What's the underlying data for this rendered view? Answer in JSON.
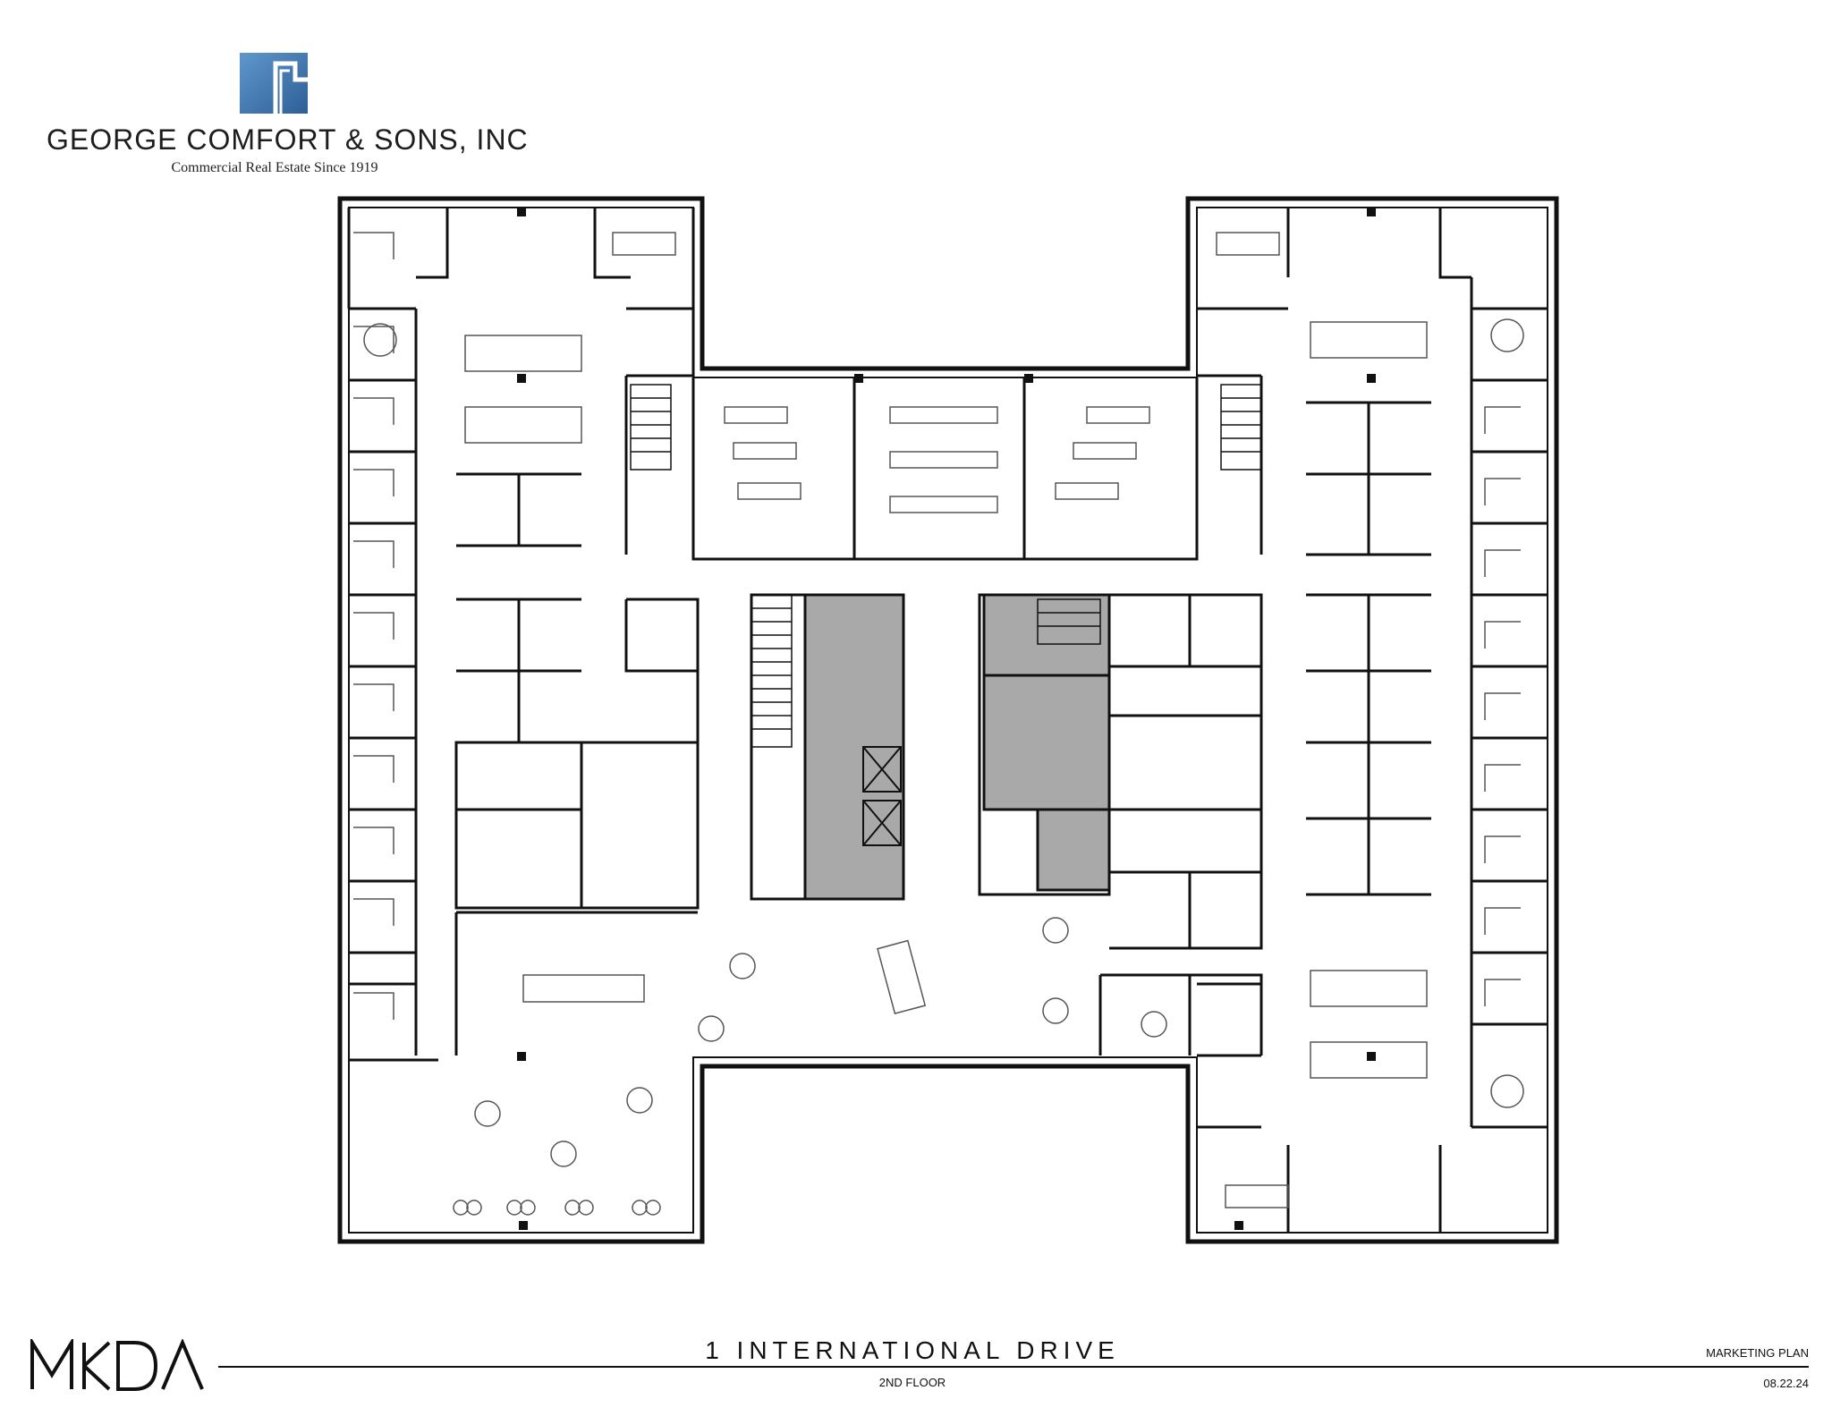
{
  "header": {
    "company_name": "GEORGE COMFORT & SONS, INC",
    "tagline": "Commercial Real Estate Since 1919",
    "logo_icon": "building-corner-icon",
    "logo_color": "#3f78b3"
  },
  "plan": {
    "wall_color": "#111111",
    "core_fill": "#a9a9a9",
    "furniture_color": "#555555"
  },
  "footer": {
    "firm_logo_text": "MKDA",
    "project_title": "1 INTERNATIONAL DRIVE",
    "floor": "2ND FLOOR",
    "plan_type": "MARKETING PLAN",
    "date": "08.22.24"
  }
}
